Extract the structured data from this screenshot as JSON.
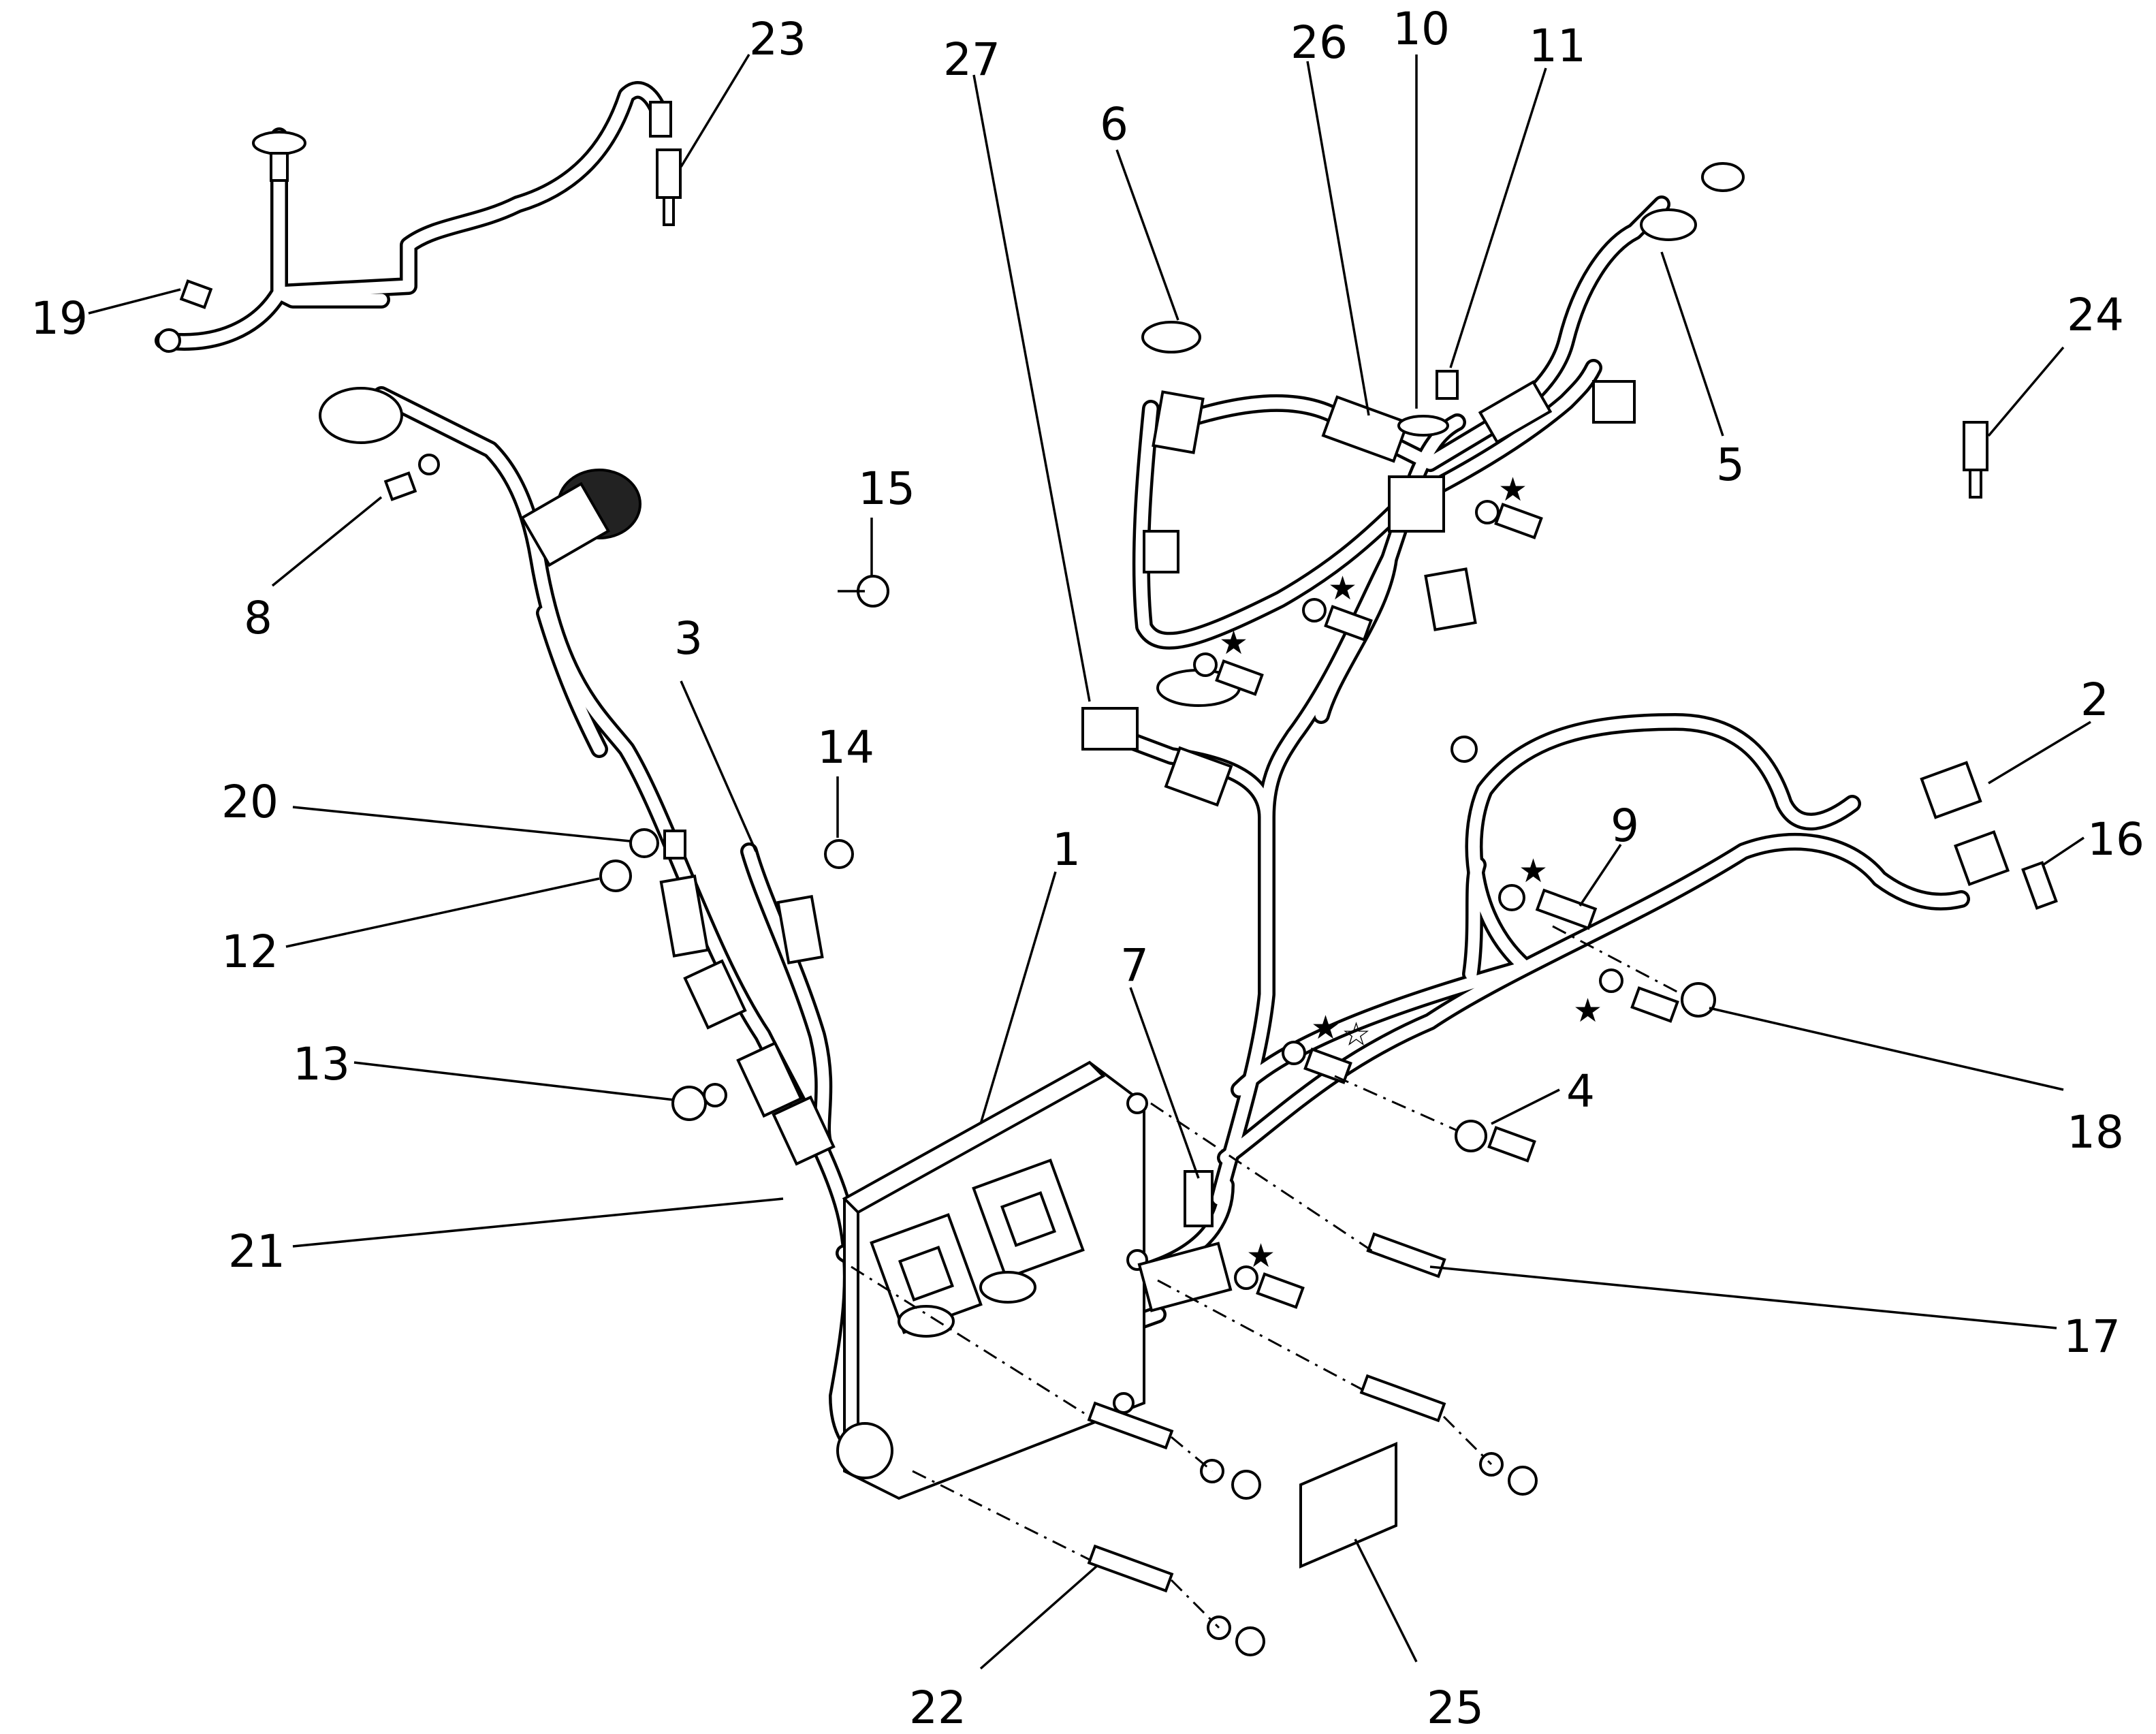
{
  "callouts": [
    {
      "num": "1"
    },
    {
      "num": "2"
    },
    {
      "num": "3"
    },
    {
      "num": "4"
    },
    {
      "num": "5"
    },
    {
      "num": "6"
    },
    {
      "num": "7"
    },
    {
      "num": "8"
    },
    {
      "num": "9"
    },
    {
      "num": "10"
    },
    {
      "num": "11"
    },
    {
      "num": "12"
    },
    {
      "num": "13"
    },
    {
      "num": "14"
    },
    {
      "num": "15"
    },
    {
      "num": "16"
    },
    {
      "num": "17"
    },
    {
      "num": "18"
    },
    {
      "num": "19"
    },
    {
      "num": "20"
    },
    {
      "num": "21"
    },
    {
      "num": "22"
    },
    {
      "num": "23"
    },
    {
      "num": "24"
    },
    {
      "num": "25"
    },
    {
      "num": "26"
    },
    {
      "num": "27"
    }
  ],
  "markers": {
    "solid_star": "★",
    "hollow_star": "☆"
  }
}
